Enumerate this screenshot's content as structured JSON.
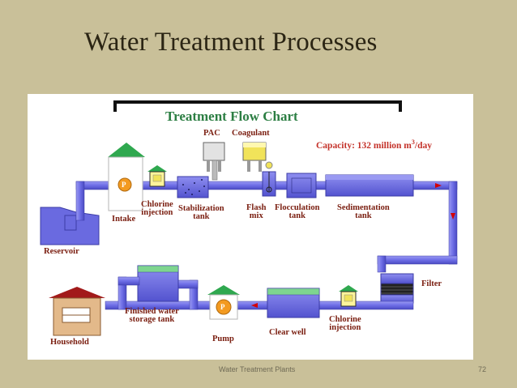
{
  "slide": {
    "title": "Water Treatment Processes",
    "footer": "Water Treatment Plants",
    "page_number": "72"
  },
  "chart": {
    "title": "Treatment Flow Chart",
    "capacity_prefix": "Capacity: 132 million m",
    "capacity_sup": "3",
    "capacity_suffix": "/day",
    "labels": {
      "pac": "PAC",
      "coagulant": "Coagulant",
      "reservoir": "Reservoir",
      "intake": "Intake",
      "chlorine_1": "Chlorine\ninjection",
      "stabilization": "Stabilization\ntank",
      "flash_mix": "Flash\nmix",
      "flocculation": "Flocculation\ntank",
      "sedimentation": "Sedimentation\ntank",
      "filter": "Filter",
      "chlorine_2": "Chlorine\ninjection",
      "clear_well": "Clear well",
      "pump": "Pump",
      "finished": "Finished water\nstorage tank",
      "household": "Household",
      "p1": "P",
      "p2": "P"
    }
  },
  "colors": {
    "pipe": "#6d6de6",
    "pipe_dark": "#3c3ca6",
    "roof": "#2fa84f",
    "label": "#7a1e10",
    "title_green": "#2c7e43",
    "capacity_red": "#c4322a",
    "pump_orange": "#f39a20",
    "chem_yellow": "#f1e35a",
    "house_roof": "#a21a1a",
    "house_wall": "#e3b98a"
  }
}
